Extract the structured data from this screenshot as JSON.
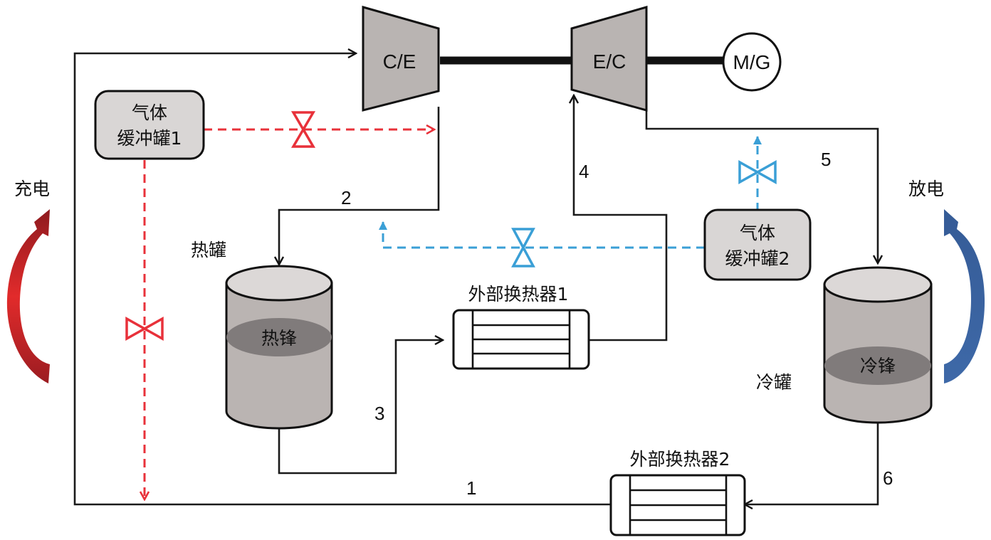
{
  "diagram": {
    "machines": {
      "compressor_expander": "C/E",
      "expander_compressor": "E/C",
      "motor_generator": "M/G"
    },
    "buffers": {
      "buffer1": {
        "line1": "气体",
        "line2": "缓冲罐1"
      },
      "buffer2": {
        "line1": "气体",
        "line2": "缓冲罐2"
      }
    },
    "tanks": {
      "hot_tank": {
        "label": "热罐",
        "front": "热锋"
      },
      "cold_tank": {
        "label": "冷罐",
        "front": "冷锋"
      }
    },
    "heat_exchangers": {
      "hx1": "外部换热器1",
      "hx2": "外部换热器2"
    },
    "modes": {
      "charge": "充电",
      "discharge": "放电"
    },
    "state_points": [
      "1",
      "2",
      "3",
      "4",
      "5",
      "6"
    ],
    "colors": {
      "charge_flow": "#e8313a",
      "discharge_flow": "#3a9fd6",
      "charge_arrow": "#b3232a",
      "discharge_arrow": "#3d64a0"
    }
  }
}
